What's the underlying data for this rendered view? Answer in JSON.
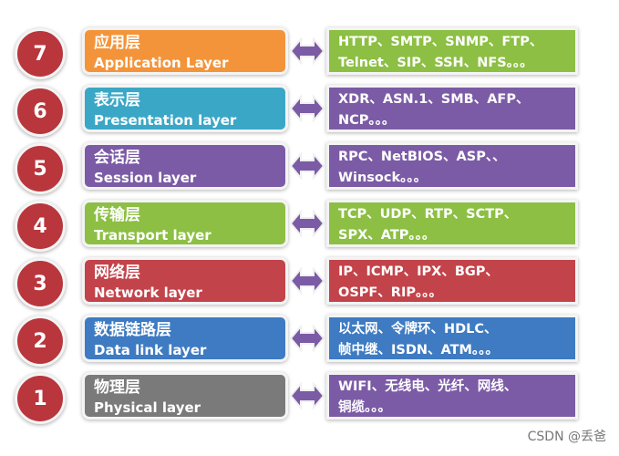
{
  "layers": [
    {
      "num": "7",
      "cn": "应用层",
      "en": "Application Layer",
      "protocols": [
        "HTTP、SMTP、SNMP、FTP、",
        "Telnet、SIP、SSH、NFS。。。"
      ],
      "left_color": "#f3943a",
      "right_color": "#8cbf43"
    },
    {
      "num": "6",
      "cn": "表示层",
      "en": "Presentation layer",
      "protocols": [
        "XDR、ASN.1、SMB、AFP、",
        "NCP。。。"
      ],
      "left_color": "#3ba7c6",
      "right_color": "#7b5ba6"
    },
    {
      "num": "5",
      "cn": "会话层",
      "en": "Session layer",
      "protocols": [
        "RPC、NetBIOS、ASP、、",
        "Winsock。。。"
      ],
      "left_color": "#7b5ba6",
      "right_color": "#7b5ba6"
    },
    {
      "num": "4",
      "cn": "传输层",
      "en": "Transport layer",
      "protocols": [
        "TCP、UDP、RTP、SCTP、",
        "SPX、ATP。。。"
      ],
      "left_color": "#8cbf43",
      "right_color": "#8cbf43"
    },
    {
      "num": "3",
      "cn": "网络层",
      "en": "Network layer",
      "protocols": [
        "IP、ICMP、IPX、BGP、",
        "OSPF、RIP。。。"
      ],
      "left_color": "#c3434a",
      "right_color": "#c3434a"
    },
    {
      "num": "2",
      "cn": "数据链路层",
      "en": "Data link layer",
      "protocols": [
        "以太网、令牌环、HDLC、",
        "帧中继、ISDN、ATM。。。"
      ],
      "left_color": "#3e7bc2",
      "right_color": "#3e7bc2"
    },
    {
      "num": "1",
      "cn": "物理层",
      "en": "Physical layer",
      "protocols": [
        "WIFI、无线电、光纤、网线、",
        "铜缆。。。"
      ],
      "left_color": "#7a7a7a",
      "right_color": "#7b5ba6"
    }
  ],
  "arrow_color": "#7b5ba6",
  "watermark": "CSDN @丢爸"
}
